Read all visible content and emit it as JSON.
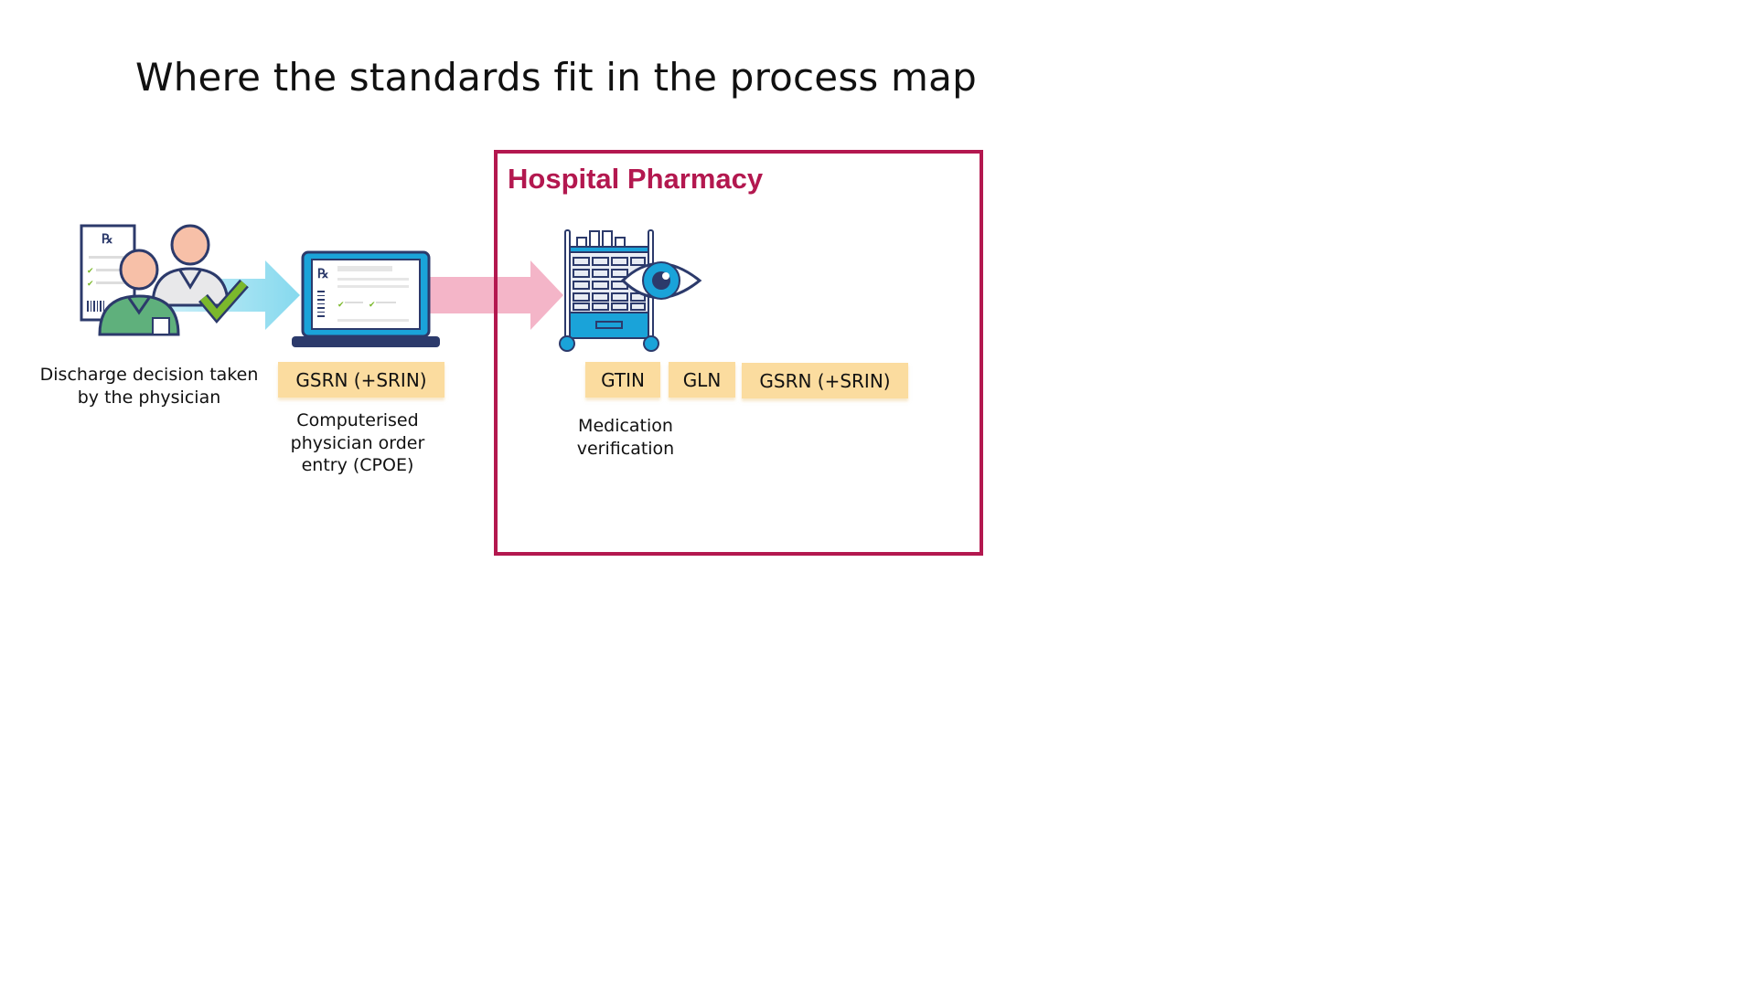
{
  "title": "Where the standards fit in the process map",
  "pharmacy": {
    "title": "Hospital Pharmacy",
    "border_color": "#b3184f"
  },
  "steps": [
    {
      "label": "Discharge decision taken by the physician",
      "icon": "physicians-prescription-icon",
      "tags": []
    },
    {
      "label": "Computerised physician order entry (CPOE)",
      "icon": "laptop-prescription-icon",
      "tags": [
        "GSRN (+SRIN)"
      ]
    },
    {
      "label": "Medication verification",
      "icon": "medication-cart-eye-icon",
      "tags": [
        "GTIN",
        "GLN",
        "GSRN (+SRIN)"
      ]
    }
  ],
  "colors": {
    "tag_bg": "#fbdc9f",
    "arrow_blue": "#8fdcef",
    "arrow_pink": "#f4b5c8",
    "icon_blue": "#1aa3d9",
    "icon_navy": "#2c3a6b"
  }
}
